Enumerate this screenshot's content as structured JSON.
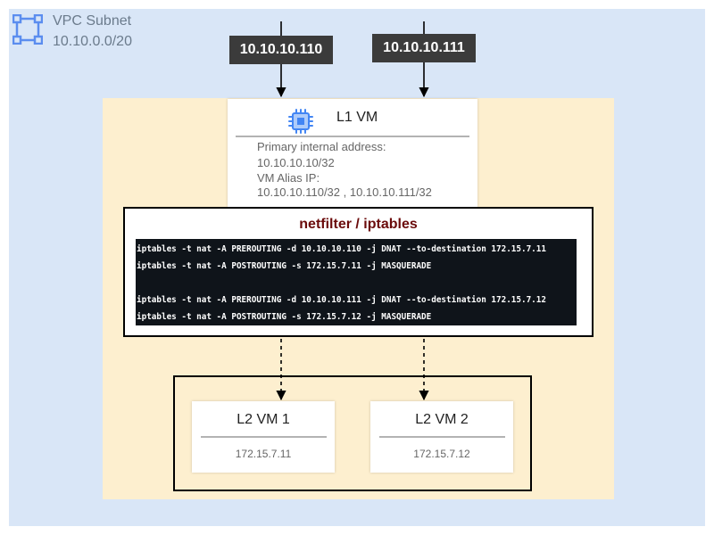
{
  "vpc": {
    "title": "VPC Subnet",
    "cidr": "10.10.0.0/20",
    "icon": "vpc-subnet-icon"
  },
  "incoming_ips": [
    "10.10.10.110",
    "10.10.10.111"
  ],
  "l1_vm": {
    "title": "L1 VM",
    "icon": "compute-chip-icon",
    "lines": [
      "Primary internal address:",
      "10.10.10.10/32",
      "VM Alias IP:",
      "10.10.10.110/32 , 10.10.10.111/32"
    ]
  },
  "netfilter": {
    "title": "netfilter / iptables",
    "commands": [
      "iptables -t nat -A PREROUTING -d 10.10.10.110 -j DNAT --to-destination 172.15.7.11",
      "iptables -t nat -A POSTROUTING -s 172.15.7.11 -j MASQUERADE",
      "iptables -t nat -A PREROUTING -d 10.10.10.111 -j DNAT --to-destination 172.15.7.12",
      "iptables -t nat -A POSTROUTING -s 172.15.7.12 -j MASQUERADE"
    ]
  },
  "l2_vms": [
    {
      "title": "L2 VM 1",
      "ip": "172.15.7.11"
    },
    {
      "title": "L2 VM 2",
      "ip": "172.15.7.12"
    }
  ],
  "colors": {
    "vpc_background": "#d9e6f7",
    "host_background": "#fdefcf",
    "ip_label_background": "#3b3b3b",
    "netfilter_title": "#6b0b0b",
    "terminal_background": "#0f141a",
    "icon_blue": "#4285f4"
  }
}
